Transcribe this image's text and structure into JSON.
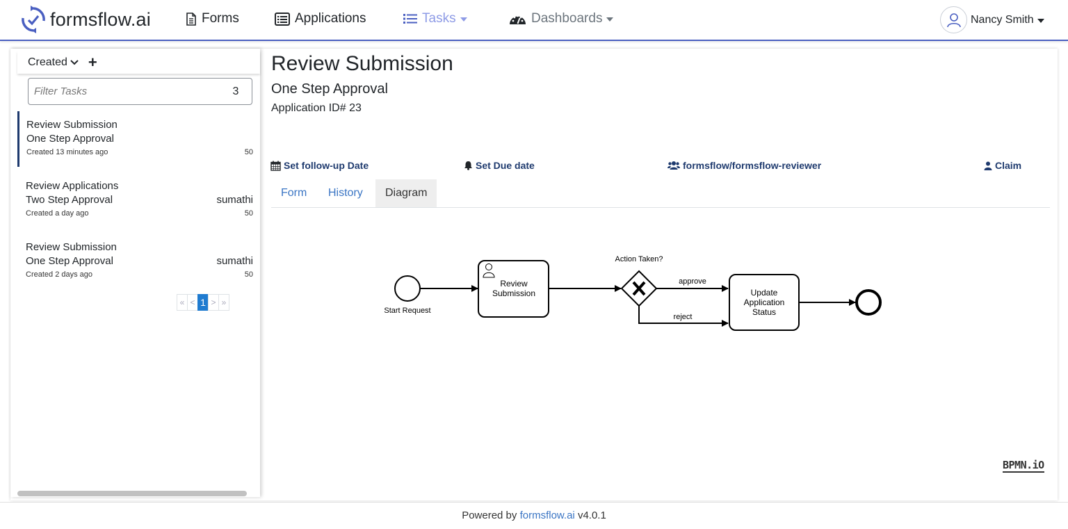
{
  "brand": {
    "name": "formsflow.ai"
  },
  "nav": {
    "forms": "Forms",
    "applications": "Applications",
    "tasks": "Tasks",
    "dashboards": "Dashboards"
  },
  "user": {
    "name": "Nancy Smith"
  },
  "sidebar": {
    "sort_label": "Created",
    "filter_placeholder": "Filter Tasks",
    "filter_count": "3",
    "tasks": [
      {
        "title": "Review Submission",
        "process": "One Step Approval",
        "assignee": "",
        "created": "Created 13 minutes ago",
        "priority": "50"
      },
      {
        "title": "Review Applications",
        "process": "Two Step Approval",
        "assignee": "sumathi",
        "created": "Created a day ago",
        "priority": "50"
      },
      {
        "title": "Review Submission",
        "process": "One Step Approval",
        "assignee": "sumathi",
        "created": "Created 2 days ago",
        "priority": "50"
      }
    ],
    "pager": {
      "first": "«",
      "prev": "<",
      "current": "1",
      "next": ">",
      "last": "»"
    }
  },
  "detail": {
    "title": "Review Submission",
    "process": "One Step Approval",
    "application_id": "Application ID# 23",
    "actions": {
      "follow_up": "Set follow-up Date",
      "due_date": "Set Due date",
      "group": "formsflow/formsflow-reviewer",
      "claim": "Claim"
    },
    "tabs": [
      "Form",
      "History",
      "Diagram"
    ],
    "active_tab": "Diagram"
  },
  "diagram": {
    "start_label": "Start Request",
    "task1_line1": "Review",
    "task1_line2": "Submission",
    "gateway_label": "Action Taken?",
    "approve_label": "approve",
    "reject_label": "reject",
    "task2_line1": "Update",
    "task2_line2": "Application",
    "task2_line3": "Status",
    "logo": "BPMN.iO"
  },
  "footer": {
    "prefix": "Powered by ",
    "link": "formsflow.ai",
    "version": " v4.0.1"
  },
  "colors": {
    "accent": "#4a5fc1",
    "link": "#3a75c4",
    "dark_link": "#1e3a6e",
    "tasks_active": "#8e9be6"
  }
}
